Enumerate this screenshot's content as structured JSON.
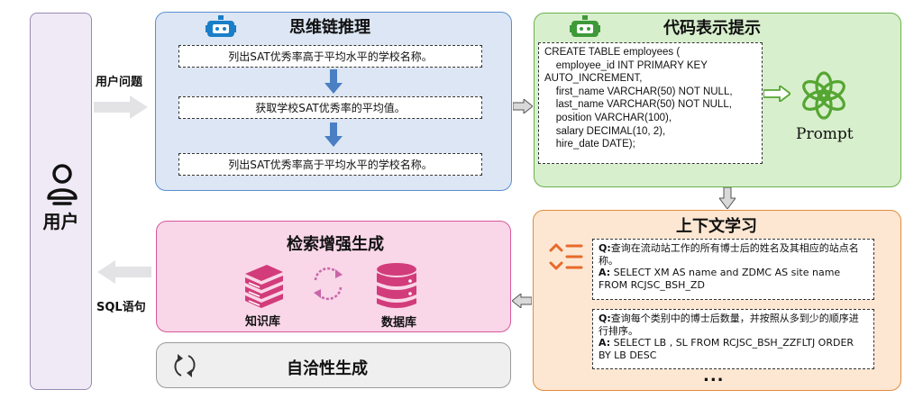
{
  "user": {
    "label": "用户",
    "question_label": "用户问题",
    "sql_label": "SQL语句"
  },
  "cot": {
    "title": "思维链推理",
    "steps": [
      "列出SAT优秀率高于平均水平的学校名称。",
      "获取学校SAT优秀率的平均值。",
      "列出SAT优秀率高于平均水平的学校名称。"
    ]
  },
  "code_prompt": {
    "title": "代码表示提示",
    "code_lines": [
      "CREATE TABLE employees (",
      "    employee_id INT PRIMARY KEY",
      "AUTO_INCREMENT,",
      "    first_name VARCHAR(50) NOT NULL,",
      "    last_name VARCHAR(50) NOT NULL,",
      "    position VARCHAR(100),",
      "    salary DECIMAL(10, 2),",
      "    hire_date DATE);"
    ],
    "prompt_label": "Prompt"
  },
  "icl": {
    "title": "上下文学习",
    "examples": [
      {
        "q_tag": "Q:",
        "q": "查询在流动站工作的所有博士后的姓名及其相应的站点名称。",
        "a_tag": "A:",
        "a": " SELECT XM AS name and ZDMC AS site name FROM RCJSC_BSH_ZD"
      },
      {
        "q_tag": "Q:",
        "q": "查询每个类别中的博士后数量，并按照从多到少的顺序进行排序。",
        "a_tag": "A:",
        "a": " SELECT LB , SL FROM RCJSC_BSH_ZZFLTJ ORDER BY LB DESC"
      }
    ],
    "ellipsis": "..."
  },
  "rag": {
    "title": "检索增强生成",
    "kb_label": "知识库",
    "db_label": "数据库"
  },
  "self_consistency": {
    "title": "自洽性生成"
  },
  "colors": {
    "blue_arrow": "#4a7fc4",
    "gray_arrow": "#d9d9d9",
    "green_arrow": "#55a632",
    "rag_icon": "#d23c7a",
    "icl_icon": "#e8692a"
  }
}
